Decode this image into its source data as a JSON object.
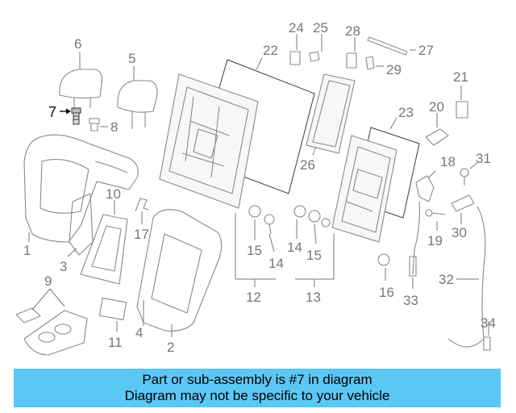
{
  "callouts": {
    "c1": "1",
    "c2": "2",
    "c3": "3",
    "c4": "4",
    "c5": "5",
    "c6": "6",
    "c7": "7",
    "c8": "8",
    "c9": "9",
    "c10": "10",
    "c11": "11",
    "c12": "12",
    "c13": "13",
    "c14a": "14",
    "c14b": "14",
    "c15a": "15",
    "c15b": "15",
    "c16": "16",
    "c17": "17",
    "c18": "18",
    "c19": "19",
    "c20": "20",
    "c21": "21",
    "c22": "22",
    "c23": "23",
    "c24": "24",
    "c25": "25",
    "c26": "26",
    "c27": "27",
    "c28": "28",
    "c29": "29",
    "c30": "30",
    "c31": "31",
    "c32": "32",
    "c33": "33",
    "c34": "34"
  },
  "highlighted_part": "7",
  "highlight_color": "#000000",
  "banner": {
    "line1": "Part or sub-assembly is #7 in diagram",
    "line2": "Diagram may not be specific to your vehicle",
    "color": "#5bc7f5"
  }
}
